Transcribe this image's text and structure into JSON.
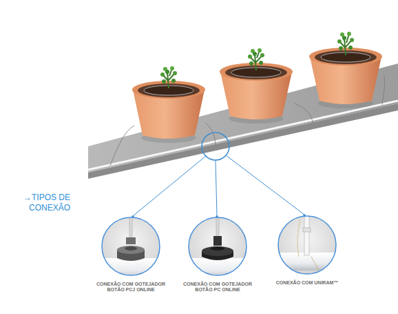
{
  "diagram": {
    "nodes": [
      {
        "text": [
          "CONEXÃO COM GOTEJADOR BOTÃO PCJ ONLINE"
        ]
      },
      {
        "text": [
          "CONEXÃO COM GOTEJADOR BOTÃO PC ONLINE"
        ]
      },
      {
        "text": [
          "CONEXÃO COM UNIRAM™"
        ]
      }
    ],
    "labels": [
      "→TIPOS DE CONEXÃO"
    ]
  }
}
